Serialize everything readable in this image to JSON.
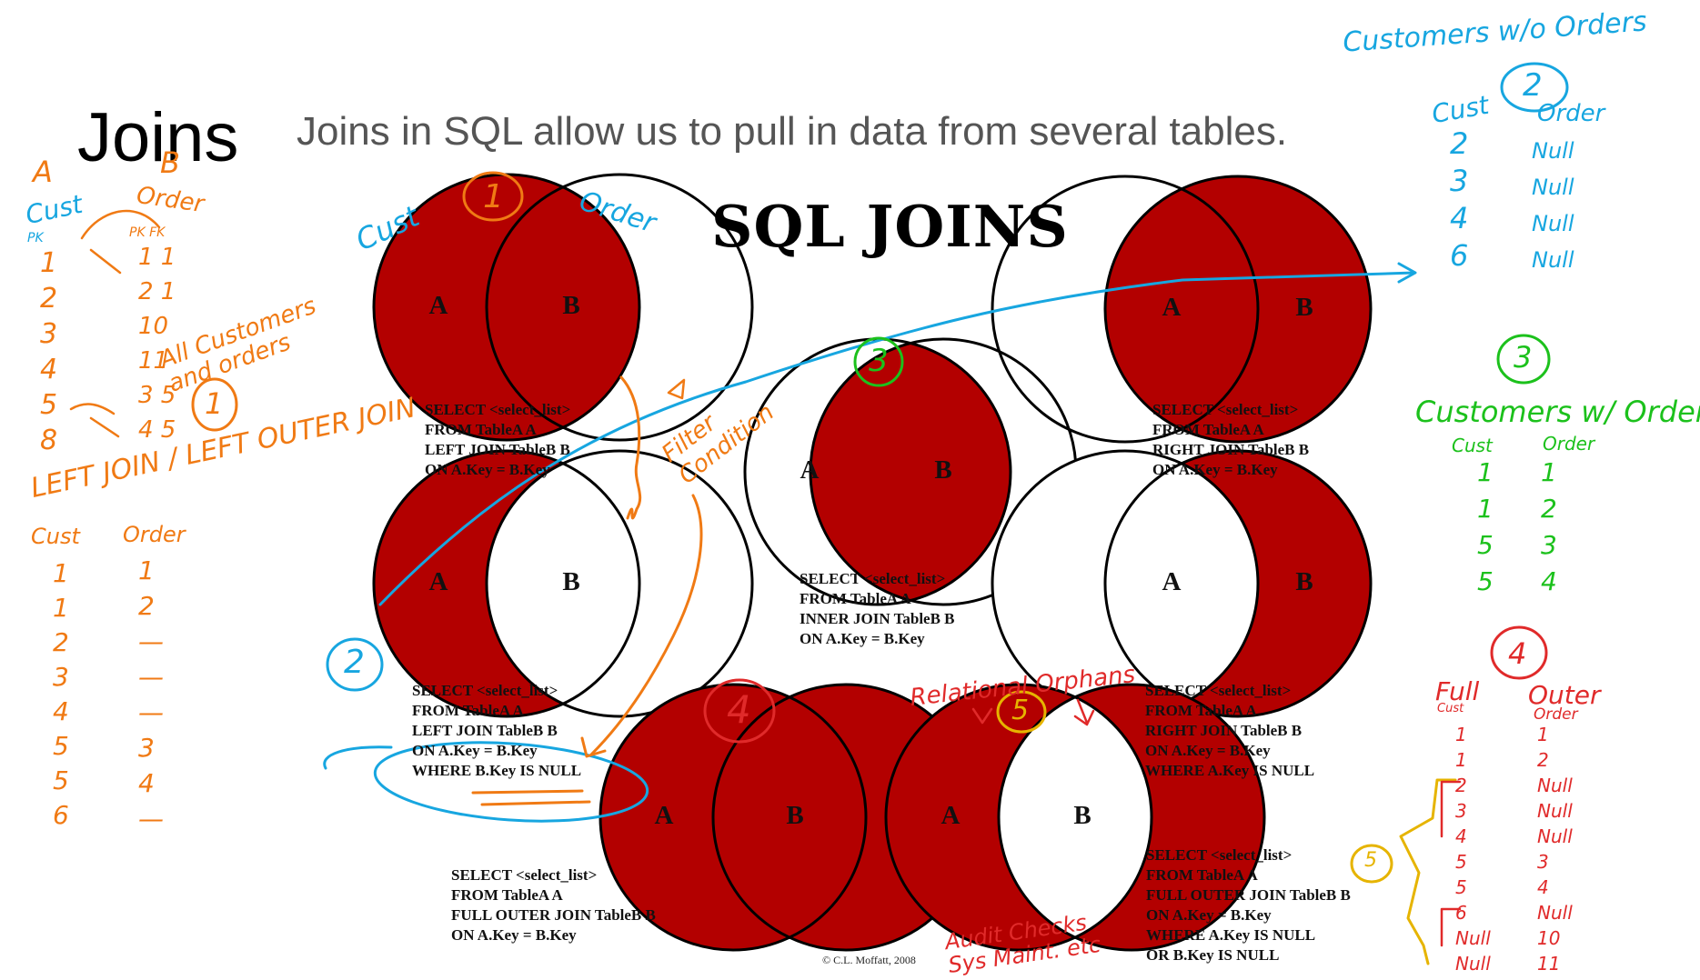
{
  "slide": {
    "title": "Joins",
    "subtitle": "Joins in SQL allow us to pull in data from several tables.",
    "credit": "© C.L. Moffatt, 2008"
  },
  "diagram": {
    "heading": "SQL JOINS",
    "fill_color": "#b30000",
    "set_a": "A",
    "set_b": "B",
    "joins": [
      {
        "name": "left-join",
        "shaded": "a-full",
        "query": [
          "SELECT <select_list>",
          "FROM TableA A",
          "LEFT JOIN TableB B",
          "ON A.Key = B.Key"
        ]
      },
      {
        "name": "right-join",
        "shaded": "b-full",
        "query": [
          "SELECT <select_list>",
          "FROM TableA A",
          "RIGHT JOIN TableB B",
          "ON A.Key = B.Key"
        ]
      },
      {
        "name": "inner-join",
        "shaded": "intersection",
        "query": [
          "SELECT <select_list>",
          "FROM TableA A",
          "INNER JOIN TableB B",
          "ON A.Key = B.Key"
        ]
      },
      {
        "name": "left-only-join",
        "shaded": "a-only",
        "query": [
          "SELECT <select_list>",
          "FROM TableA A",
          "LEFT JOIN TableB B",
          "ON A.Key = B.Key",
          "WHERE B.Key IS NULL"
        ]
      },
      {
        "name": "right-only-join",
        "shaded": "b-only",
        "query": [
          "SELECT <select_list>",
          "FROM TableA A",
          "RIGHT JOIN TableB B",
          "ON A.Key = B.Key",
          "WHERE A.Key IS NULL"
        ]
      },
      {
        "name": "full-outer-join",
        "shaded": "union",
        "query": [
          "SELECT <select_list>",
          "FROM TableA A",
          "FULL OUTER JOIN TableB B",
          "ON A.Key = B.Key"
        ]
      },
      {
        "name": "full-outer-only-join",
        "shaded": "symmetric-difference",
        "query": [
          "SELECT <select_list>",
          "FROM TableA A",
          "FULL OUTER JOIN TableB B",
          "ON A.Key = B.Key",
          "WHERE A.Key IS NULL",
          "OR B.Key IS NULL"
        ]
      }
    ]
  },
  "annotations": {
    "colors": {
      "orange": "#f07a14",
      "blue": "#17a6e0",
      "green": "#1cc11c",
      "red": "#e02a2a",
      "yellow": "#e6b400"
    },
    "left_tables": {
      "a_label": "A",
      "b_label": "B",
      "cust_header": "Cust",
      "order_header": "Order",
      "pk_label": "PK",
      "pk_fk_label": "PK FK",
      "cust_values": [
        "1",
        "2",
        "3",
        "4",
        "5",
        "8"
      ],
      "order_values": [
        "1 1",
        "2 1",
        "10",
        "11",
        "3 5",
        "4 5"
      ],
      "all_customers_note": "All Customers and orders",
      "badge_1": "1",
      "left_join_label": "LEFT JOIN / LEFT OUTER JOIN",
      "result_cust_header": "Cust",
      "result_order_header": "Order",
      "result_cust": [
        "1",
        "1",
        "2",
        "3",
        "4",
        "5",
        "5",
        "6"
      ],
      "result_order": [
        "1",
        "2",
        "—",
        "—",
        "—",
        "3",
        "4",
        "—"
      ]
    },
    "diagram_notes": {
      "cust_label": "Cust",
      "order_label": "Order",
      "badge_1": "1",
      "badge_2": "2",
      "badge_3": "3",
      "badge_4": "4",
      "badge_5": "5",
      "filter_condition": "Filter Condition",
      "relational_orphans": "Relational Orphans",
      "audit_checks": "Audit Checks Sys Maint. etc"
    },
    "right_notes": {
      "customers_without_orders": "Customers w/o Orders",
      "badge_2": "2",
      "cust_header": "Cust",
      "order_header": "Order",
      "wo_cust": [
        "2",
        "3",
        "4",
        "6"
      ],
      "wo_order": [
        "Null",
        "Null",
        "Null",
        "Null"
      ],
      "badge_3": "3",
      "customers_with_orders": "Customers w/ Orders",
      "w_cust_header": "Cust",
      "w_order_header": "Order",
      "w_cust": [
        "1",
        "1",
        "5",
        "5"
      ],
      "w_order": [
        "1",
        "2",
        "3",
        "4"
      ],
      "badge_4": "4",
      "full_label": "Full",
      "outer_label": "Outer",
      "full_cust_header": "Cust",
      "full_order_header": "Order",
      "full_cust": [
        "1",
        "1",
        "2",
        "3",
        "4",
        "5",
        "5",
        "6",
        "Null",
        "Null"
      ],
      "full_order": [
        "1",
        "2",
        "Null",
        "Null",
        "Null",
        "3",
        "4",
        "Null",
        "10",
        "11"
      ],
      "badge_5": "5"
    }
  }
}
